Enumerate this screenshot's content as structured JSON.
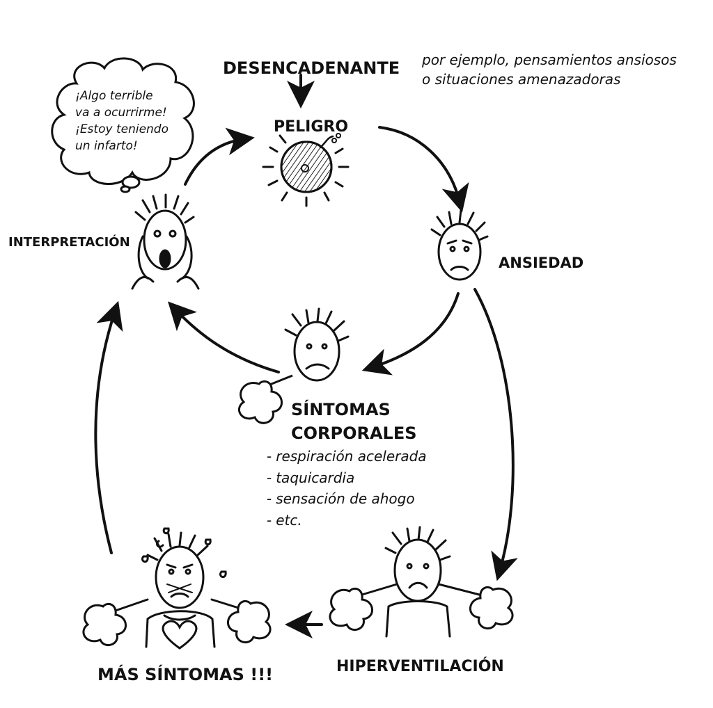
{
  "labels": {
    "trigger": "DESENCADENANTE",
    "trigger_note_lines": [
      "por ejemplo, pensamientos ansiosos",
      "o situaciones amenazadoras"
    ],
    "danger": "PELIGRO",
    "anxiety": "ANSIEDAD",
    "interpretation": "INTERPRETACIÓN",
    "body_symptoms_lines": [
      "SÍNTOMAS",
      "CORPORALES"
    ],
    "hyperventilation": "HIPERVENTILACIÓN",
    "more_symptoms": "MÁS SÍNTOMAS !!!"
  },
  "symptoms": [
    "respiración acelerada",
    "taquicardia",
    "sensación de ahogo",
    "etc."
  ],
  "thought_bubble_lines": [
    "¡Algo terrible",
    "va a ocurrirme!",
    "¡Estoy teniendo",
    "un infarto!"
  ],
  "colors": {
    "ink": "#111111",
    "bomb_fill": "#9a9a9a",
    "background": "#ffffff"
  },
  "icons": [
    "bomb-icon",
    "thought-cloud-icon",
    "breath-puff-icon",
    "heart-icon"
  ]
}
